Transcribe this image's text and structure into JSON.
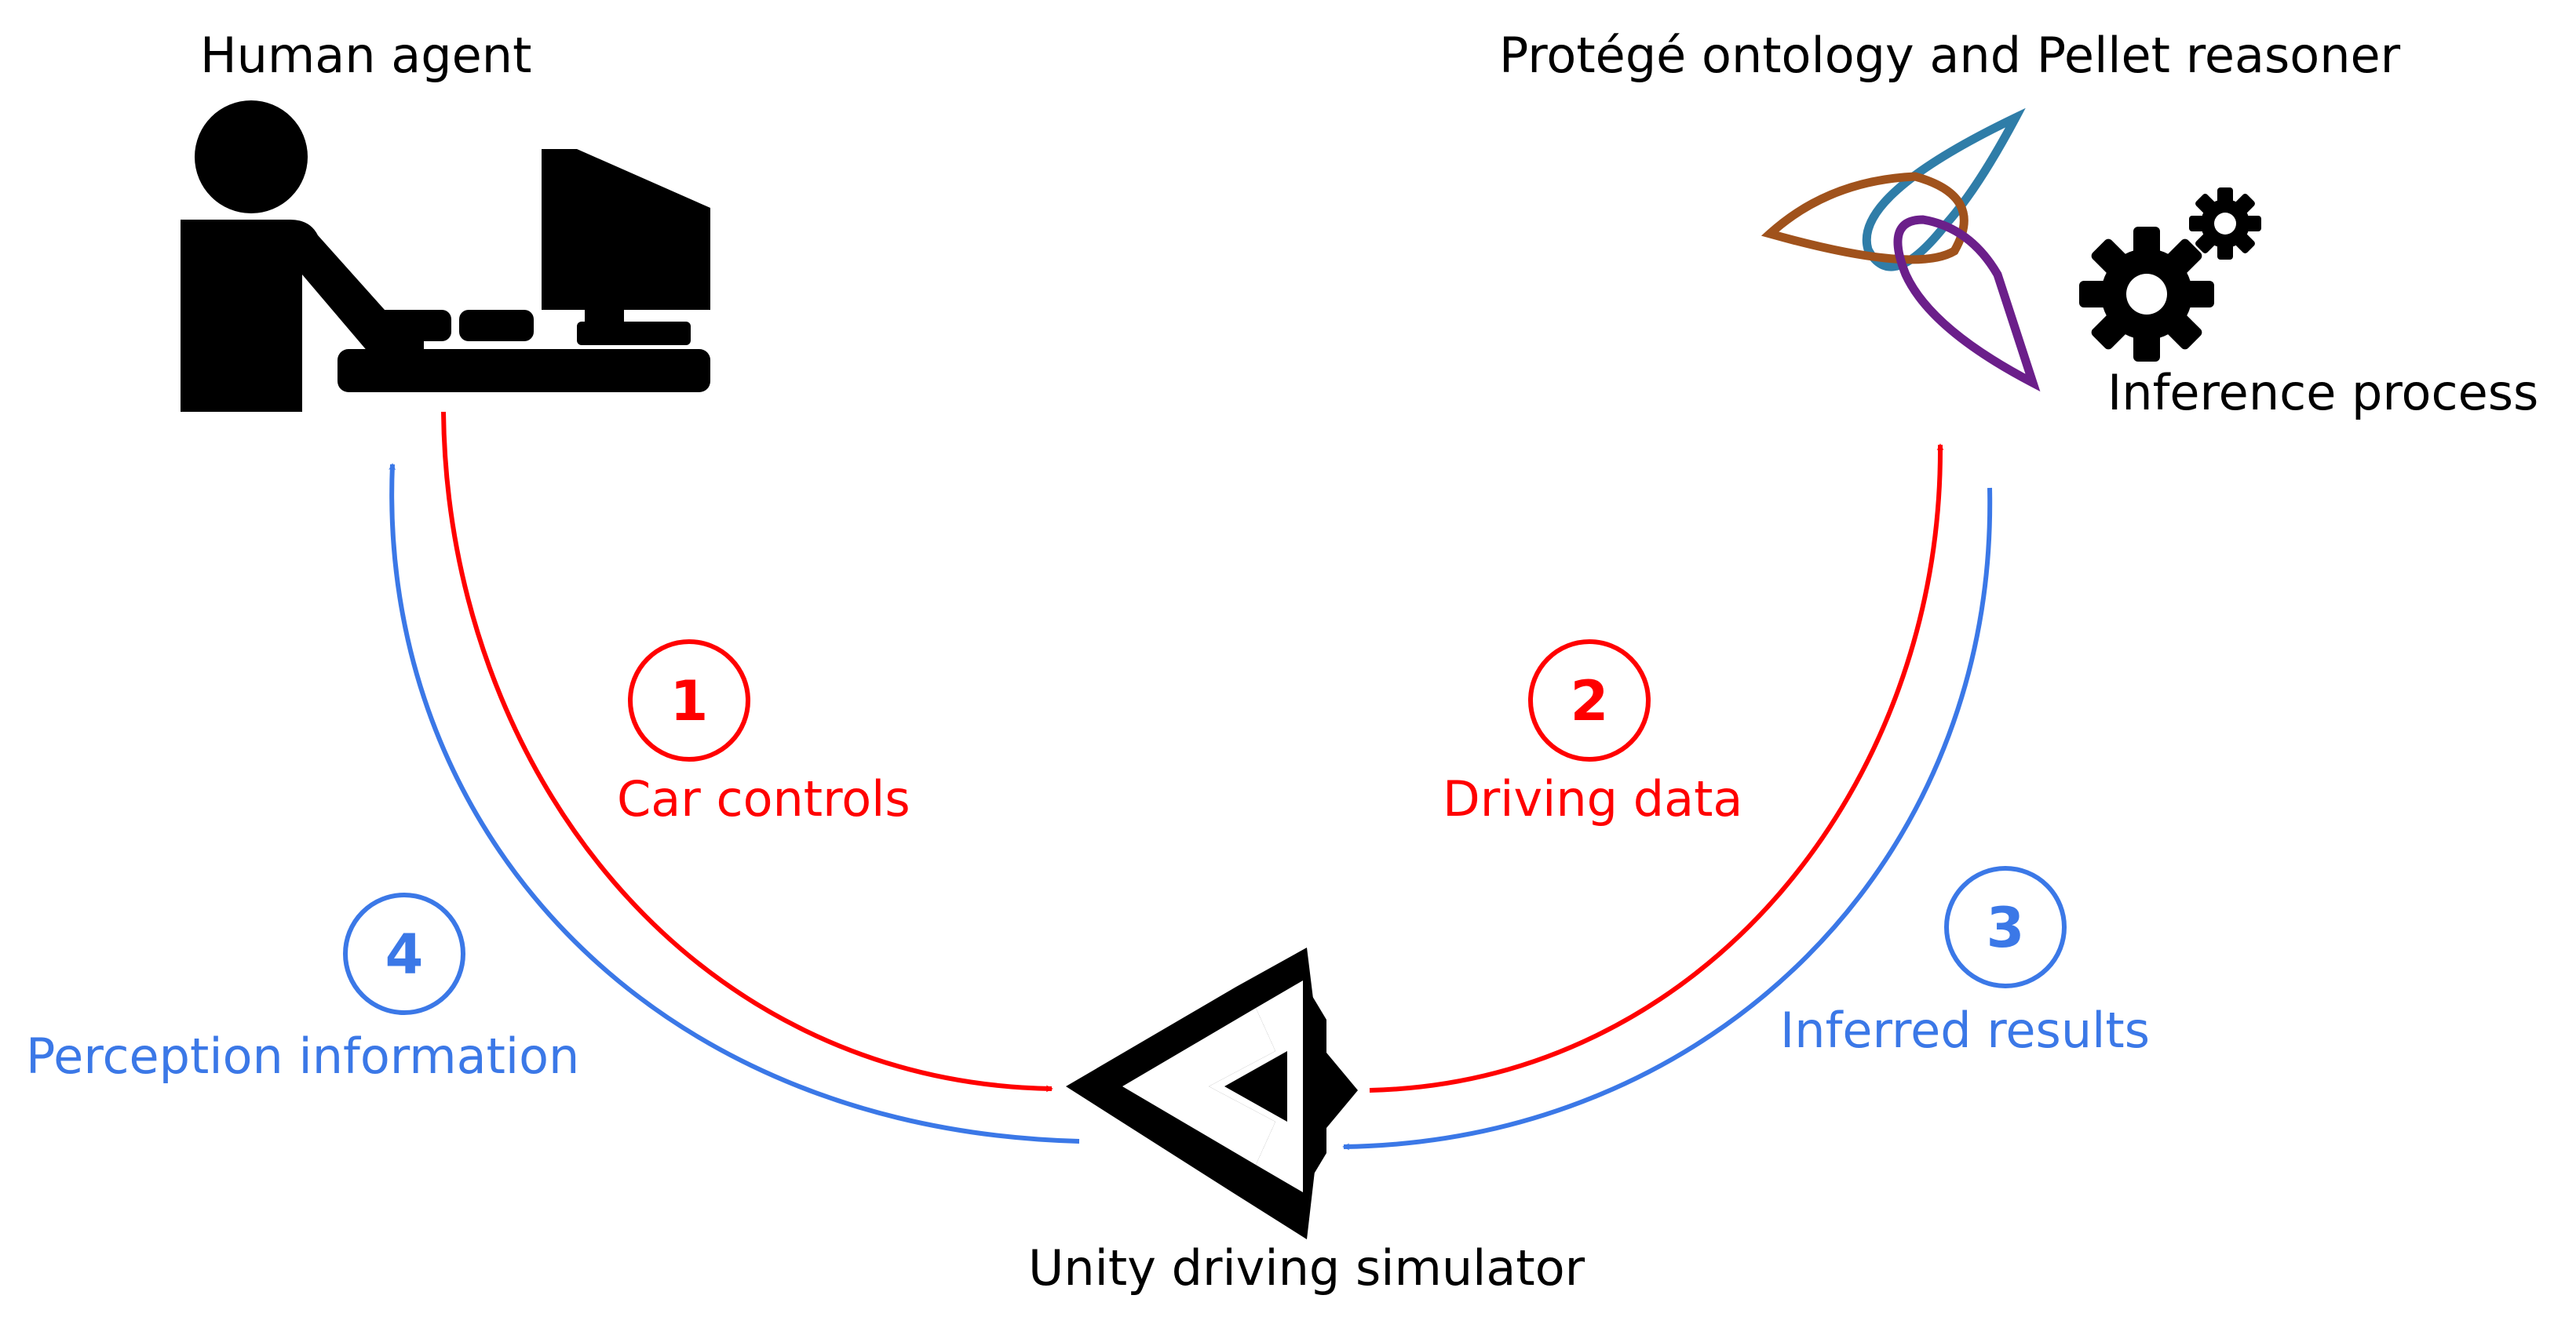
{
  "nodes": {
    "human": {
      "label": "Human agent",
      "icon": "computer-user-icon"
    },
    "ontology": {
      "label": "Protégé ontology and Pellet reasoner",
      "icon": "protege-logo-icon"
    },
    "inference": {
      "label": "Inference process",
      "icon": "gears-icon"
    },
    "simulator": {
      "label": "Unity driving simulator",
      "icon": "unity-logo-icon"
    }
  },
  "flows": [
    {
      "step": "1",
      "label": "Car controls",
      "color": "#ff0000"
    },
    {
      "step": "2",
      "label": "Driving data",
      "color": "#ff0000"
    },
    {
      "step": "3",
      "label": "Inferred results",
      "color": "#3b78e7"
    },
    {
      "step": "4",
      "label": "Perception information",
      "color": "#3b78e7"
    }
  ],
  "colors": {
    "red": "#ff0000",
    "blue": "#3b78e7",
    "icon": "#000000",
    "logo_brown": "#a0521c",
    "logo_blue": "#2f7da8",
    "logo_purple": "#6b1f8a"
  }
}
